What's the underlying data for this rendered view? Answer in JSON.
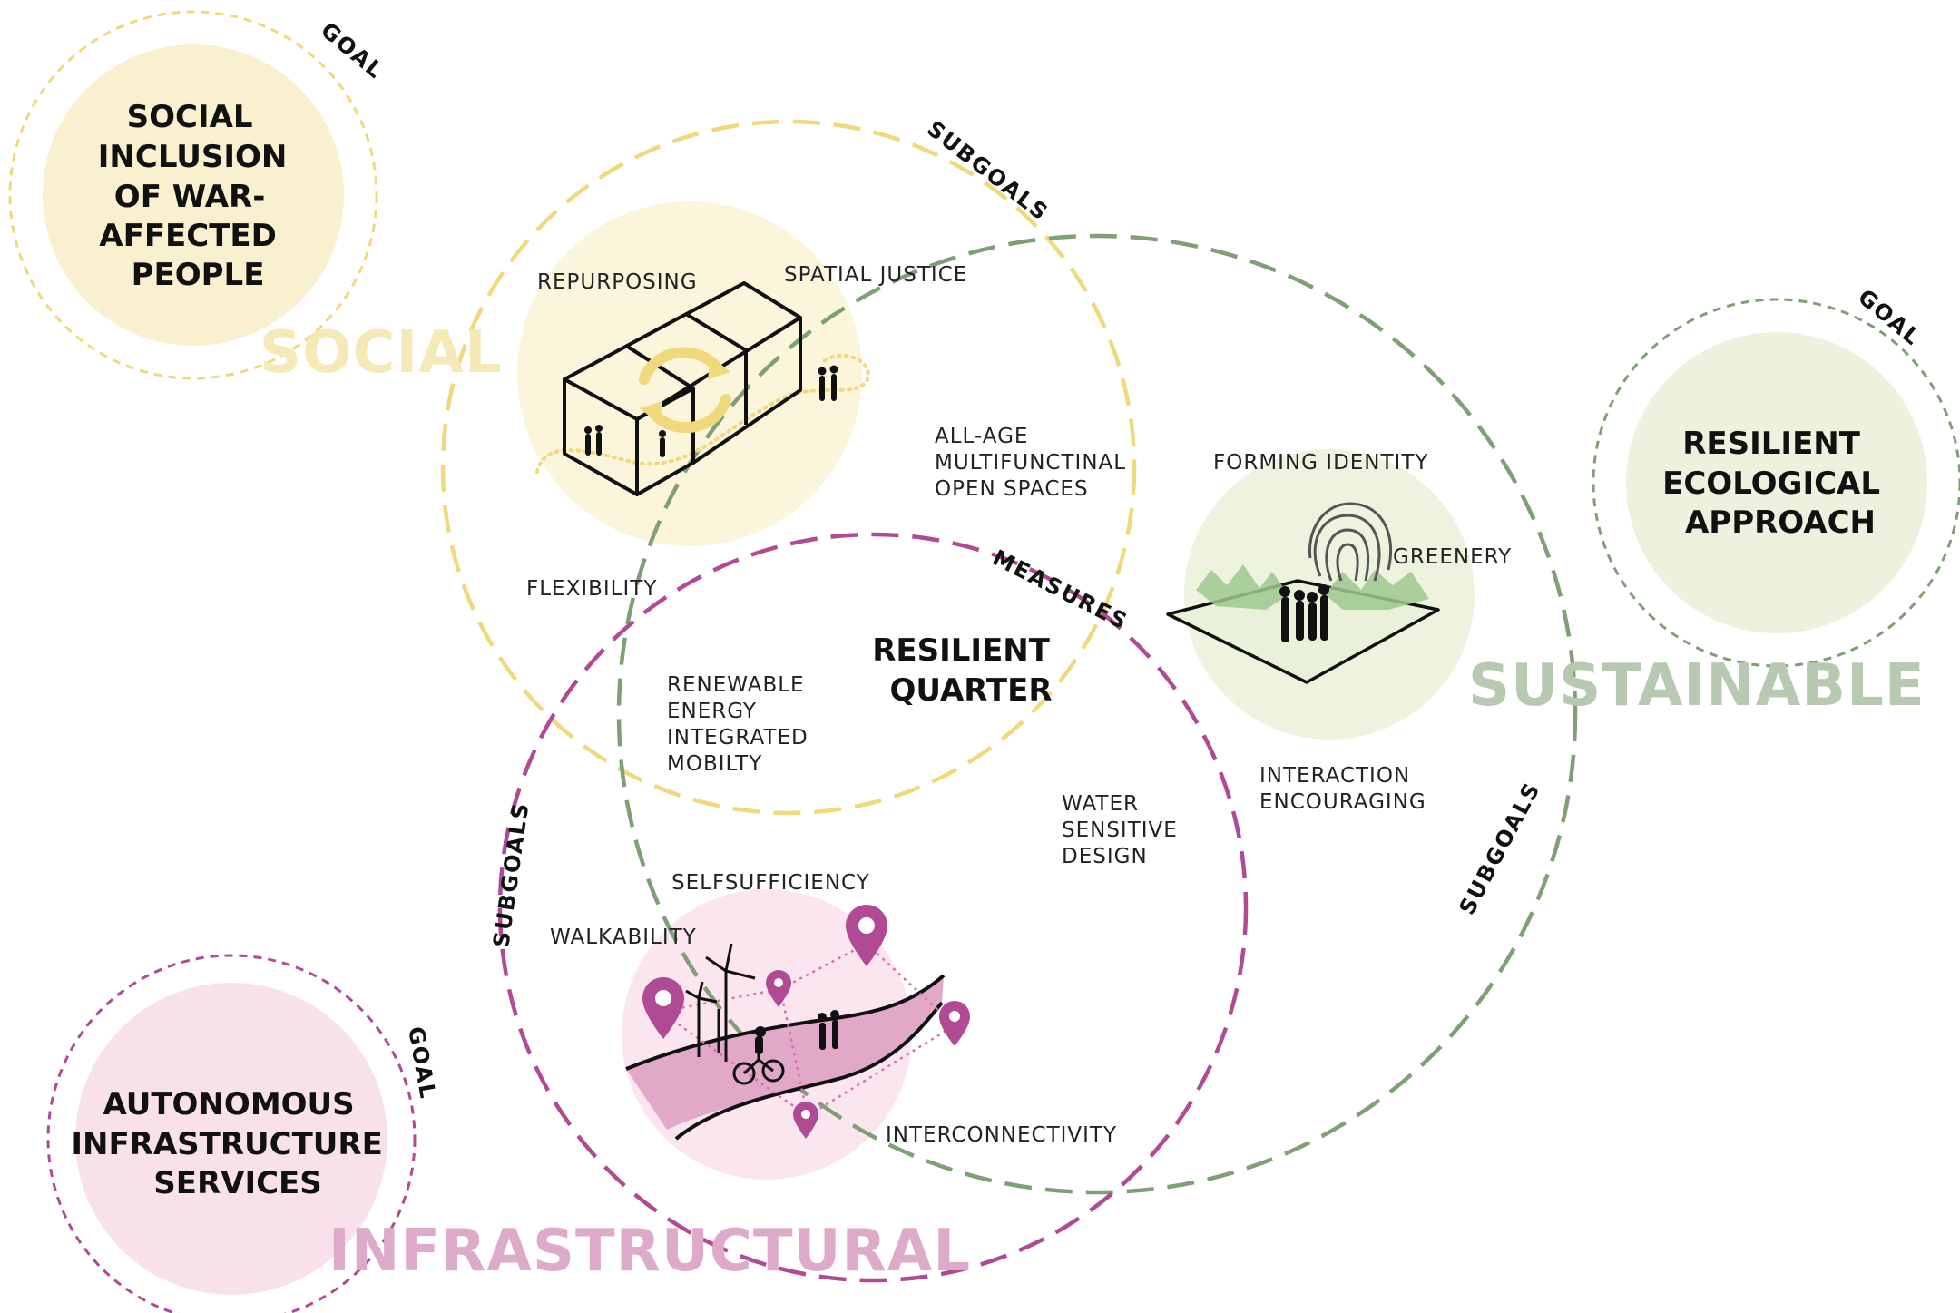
{
  "colors": {
    "social": "#efd97c",
    "social_light": "#f8f0cf",
    "social_word": "#f5e9b8",
    "sustainable": "#7f9f76",
    "sustainable_light": "#eef1de",
    "sustainable_word": "#b7c9b0",
    "infra": "#b04a94",
    "infra_light": "#f8e1ea",
    "infra_word": "#deaac9",
    "text": "#111111"
  },
  "goals": {
    "social": {
      "tag": "GOAL",
      "lines": [
        "SOCIAL",
        "INCLUSION",
        "OF WAR-",
        "AFFECTED",
        "PEOPLE"
      ]
    },
    "sustainable": {
      "tag": "GOAL",
      "lines": [
        "RESILIENT",
        "ECOLOGICAL",
        "APPROACH"
      ]
    },
    "infra": {
      "tag": "GOAL",
      "lines": [
        "AUTONOMOUS",
        "INFRASTRUCTURE",
        "SERVICES"
      ]
    }
  },
  "pillars": {
    "social": "SOCIAL",
    "sustainable": "SUSTAINABLE",
    "infra": "INFRASTRUCTURAL"
  },
  "subgoal_tags": {
    "social": "SUBGOALS",
    "sustainable": "SUBGOALS",
    "infra": "SUBGOALS"
  },
  "center": {
    "measures_tag": "MEASURES",
    "title_lines": [
      "RESILIENT",
      "QUARTER"
    ]
  },
  "measures": {
    "repurposing": [
      "REPURPOSING"
    ],
    "spatial_justice": [
      "SPATIAL JUSTICE"
    ],
    "flexibility": [
      "FLEXIBILITY"
    ],
    "open_spaces": [
      "ALL-AGE",
      "MULTIFUNCTINAL",
      "OPEN SPACES"
    ],
    "forming_identity": [
      "FORMING IDENTITY"
    ],
    "greenery": [
      "GREENERY"
    ],
    "interaction": [
      "INTERACTION",
      "ENCOURAGING"
    ],
    "water": [
      "WATER",
      "SENSITIVE",
      "DESIGN"
    ],
    "renewable": [
      "RENEWABLE",
      "ENERGY",
      "INTEGRATED",
      "MOBILTY"
    ],
    "selfsufficiency": [
      "SELFSUFFICIENCY"
    ],
    "walkability": [
      "WALKABILITY"
    ],
    "interconnectivity": [
      "INTERCONNECTIVITY"
    ]
  }
}
